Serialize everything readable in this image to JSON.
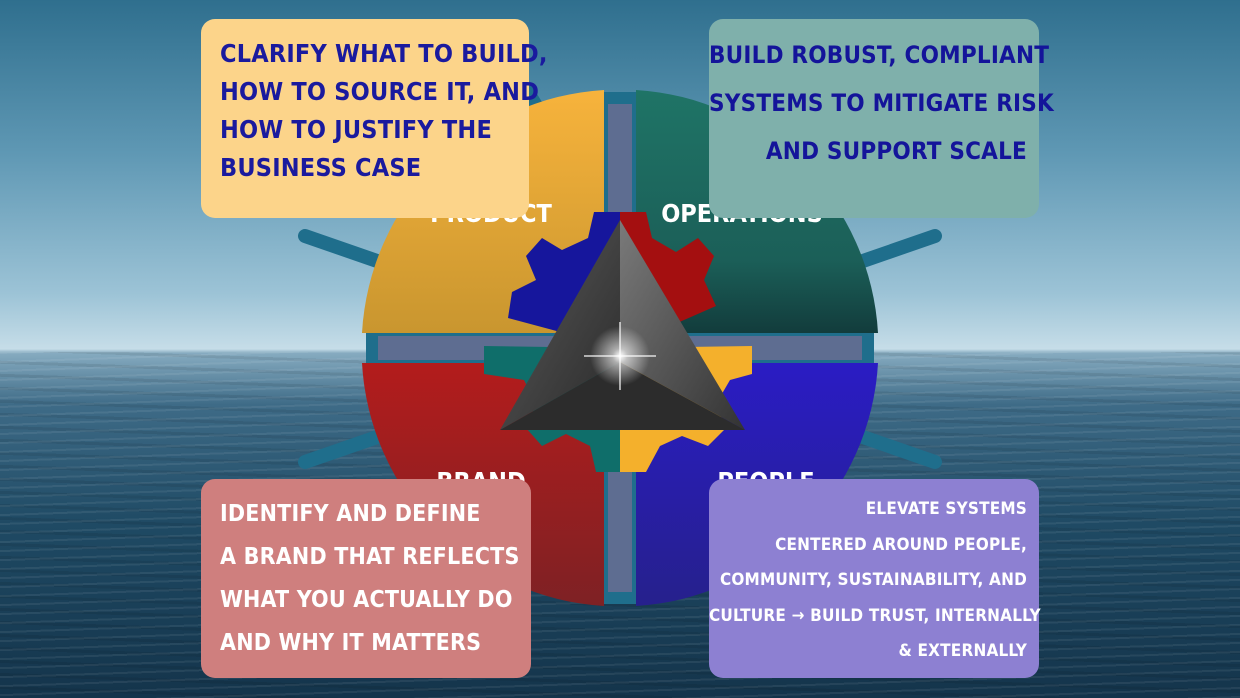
{
  "quadrants": {
    "product": {
      "label": "PRODUCT",
      "color": "#f2a93a"
    },
    "operations": {
      "label": "OPERATIONS",
      "color": "#1d6b63"
    },
    "brand": {
      "label": "BRAND",
      "color": "#a3211f"
    },
    "people": {
      "label": "PEOPLE",
      "color": "#2a1eb0"
    }
  },
  "cards": {
    "product": {
      "lines": [
        "CLARIFY WHAT TO BUILD,",
        "HOW TO SOURCE IT, AND",
        "HOW TO JUSTIFY THE",
        "BUSINESS CASE"
      ],
      "color": "#fcd48a"
    },
    "operations": {
      "lines": [
        "BUILD ROBUST, COMPLIANT",
        "SYSTEMS TO MITIGATE RISK",
        "AND SUPPORT SCALE"
      ],
      "color": "#7fb0ab"
    },
    "brand": {
      "lines": [
        "IDENTIFY AND DEFINE",
        "A BRAND THAT REFLECTS",
        "WHAT YOU ACTUALLY DO",
        "AND WHY IT MATTERS"
      ],
      "color": "#cf7f7e"
    },
    "people": {
      "lines": [
        "ELEVATE SYSTEMS",
        "CENTERED AROUND PEOPLE,",
        "COMMUNITY, SUSTAINABILITY, AND",
        "CULTURE → BUILD TRUST,   INTERNALLY",
        "& EXTERNALLY"
      ],
      "color": "#8d80d2"
    }
  },
  "icons": {
    "gear": "gear-icon",
    "pyramid": "pyramid-icon"
  }
}
